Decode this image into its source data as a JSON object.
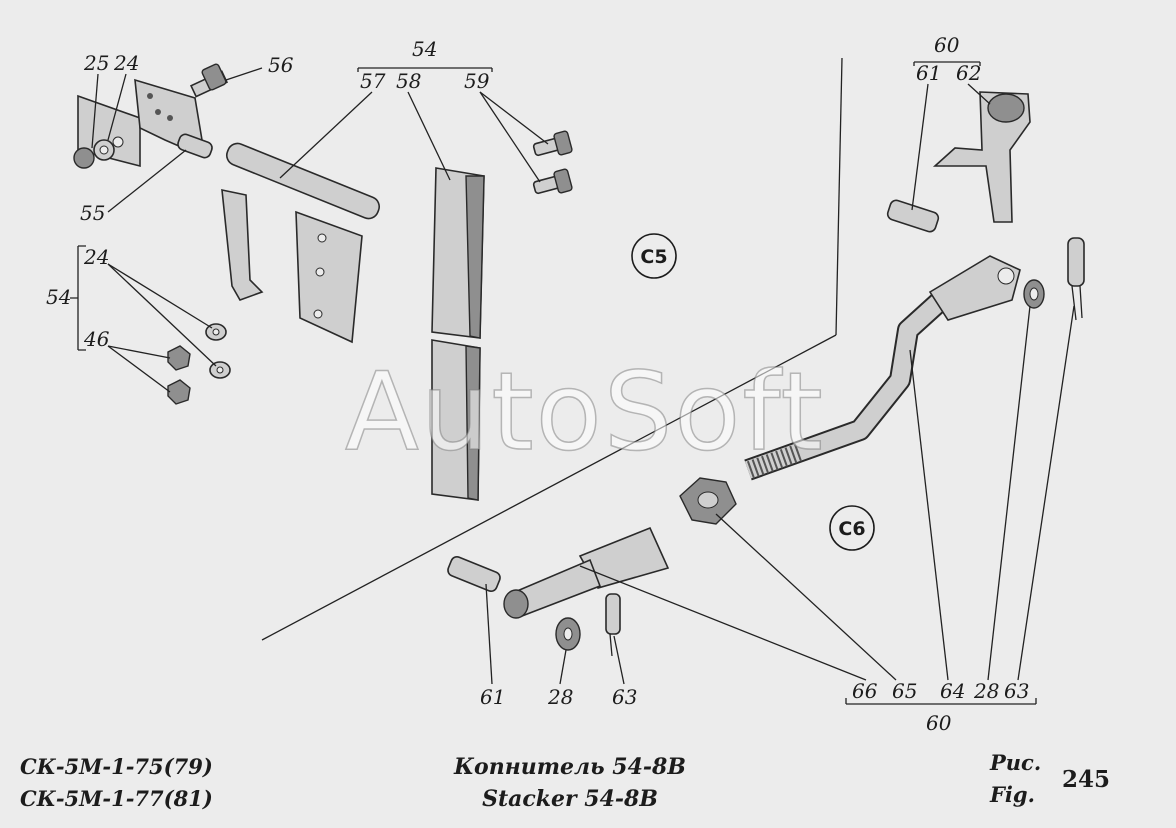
{
  "callouts": {
    "c25": "25",
    "c24a": "24",
    "c56": "56",
    "c55": "55",
    "c54top": "54",
    "c57": "57",
    "c58": "58",
    "c59": "59",
    "c60top": "60",
    "c61top": "61",
    "c62": "62",
    "c54left": "54",
    "c24b": "24",
    "c46": "46",
    "c61": "61",
    "c28": "28",
    "c63": "63",
    "r66": "66",
    "r65": "65",
    "r64": "64",
    "r28": "28",
    "r63": "63",
    "c60bottom": "60"
  },
  "zones": {
    "c5": "C5",
    "c6": "C6"
  },
  "footer": {
    "model_line1": "СК-5М-1-75(79)",
    "model_line2": "СК-5М-1-77(81)",
    "title_ru": "Копнитель 54-8В",
    "title_en": "Stacker 54-8B",
    "fig_ru": "Рис.",
    "fig_en": "Fig.",
    "fig_number": "245"
  },
  "watermark": "AutoSoft"
}
